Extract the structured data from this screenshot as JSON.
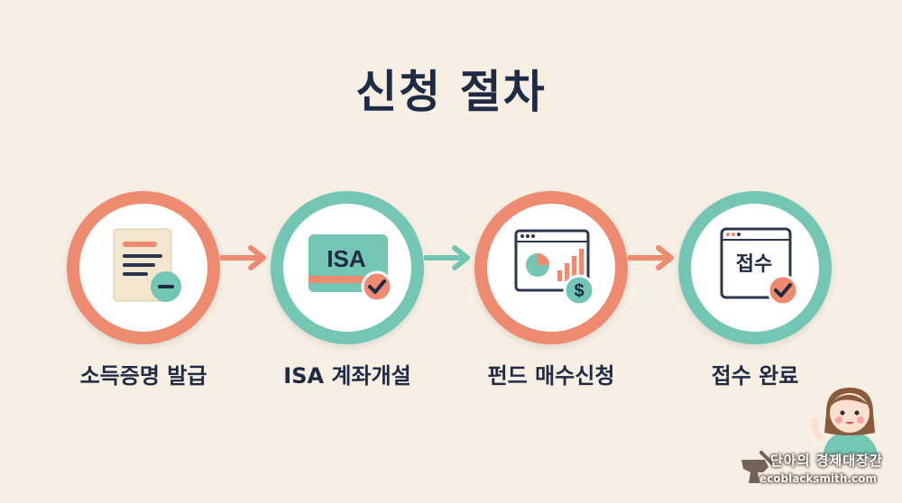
{
  "title": "신청 절차",
  "steps": [
    {
      "label": "소득증명 발급",
      "icon": "document-minus-icon",
      "ring_color": "#ee8a70"
    },
    {
      "label": "ISA 계좌개설",
      "icon": "isa-card-check-icon",
      "ring_color": "#74c6b4",
      "card_text": "ISA"
    },
    {
      "label": "펀드 매수신청",
      "icon": "chart-dollar-icon",
      "ring_color": "#ee8a70"
    },
    {
      "label": "접수 완료",
      "icon": "window-check-icon",
      "ring_color": "#74c6b4",
      "window_text": "접수"
    }
  ],
  "arrows": [
    {
      "color": "#ee8a70"
    },
    {
      "color": "#74c6b4"
    },
    {
      "color": "#ee8a70"
    }
  ],
  "brand": {
    "name": "단아의 경제대장간",
    "url": "ecoblacksmith.com"
  },
  "colors": {
    "background": "#f7efe3",
    "coral": "#ee8a70",
    "teal": "#74c6b4",
    "navy": "#1f2a44"
  }
}
